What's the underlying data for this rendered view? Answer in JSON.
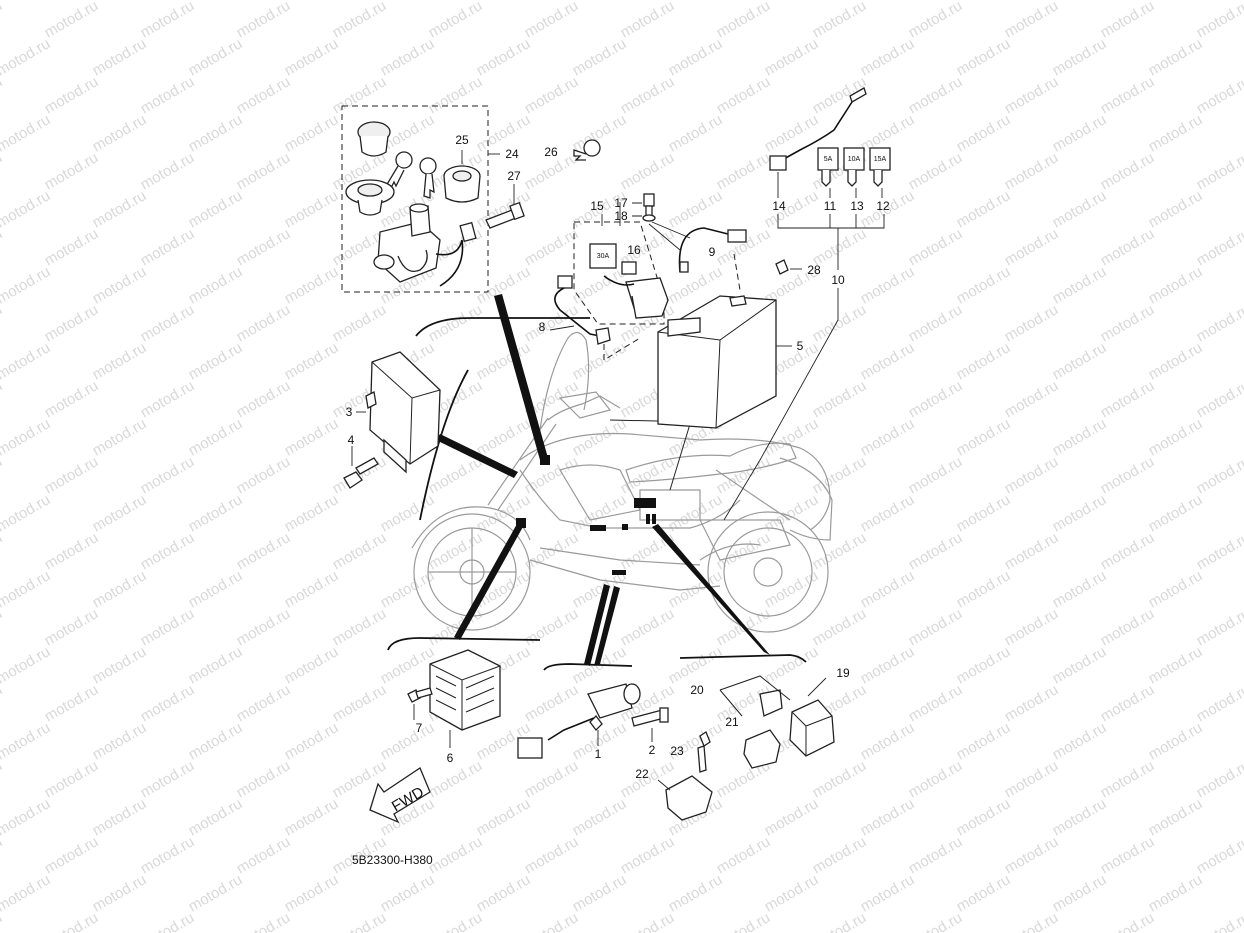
{
  "watermark": "motod.ru",
  "diagram_code": "5B23300-H380",
  "fwd_label": "FWD",
  "fuse_labels": {
    "main_fuse": "30A",
    "fuse_11": "5A",
    "fuse_13": "10A",
    "fuse_12": "15A"
  },
  "callouts": {
    "p1": "1",
    "p2": "2",
    "p3": "3",
    "p4": "4",
    "p5": "5",
    "p6": "6",
    "p7": "7",
    "p8": "8",
    "p9": "9",
    "p10": "10",
    "p11": "11",
    "p12": "12",
    "p13": "13",
    "p14": "14",
    "p15": "15",
    "p16": "16",
    "p17": "17",
    "p18": "18",
    "p19": "19",
    "p20": "20",
    "p21": "21",
    "p22": "22",
    "p23": "23",
    "p24": "24",
    "p25": "25",
    "p26": "26",
    "p27": "27",
    "p28": "28"
  }
}
